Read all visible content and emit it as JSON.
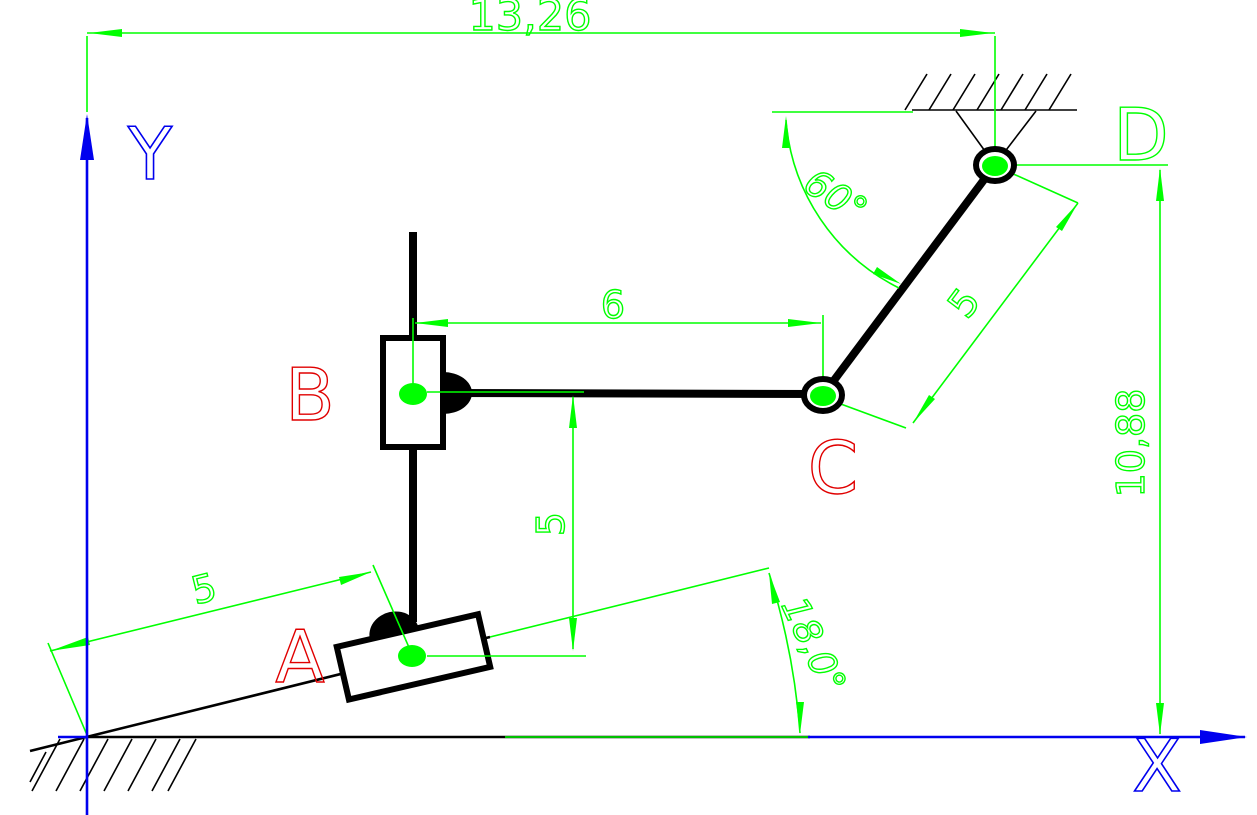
{
  "colors": {
    "background": "#ffffff",
    "dimension": "#00ff00",
    "axis": "#0000ee",
    "label": "#e00000",
    "mechanism": "#000000"
  },
  "axes": {
    "x_label": "X",
    "y_label": "Y"
  },
  "joints": {
    "a": "A",
    "b": "B",
    "c": "C",
    "d": "D"
  },
  "dimensions": {
    "top_width": "13,26",
    "right_height": "10,88",
    "bc_horizontal": "6",
    "bc_to_a_vertical": "5",
    "origin_to_a_incline": "5",
    "cd_link_length": "5",
    "angle_at_d": "60°",
    "incline_angle": "18,0°"
  }
}
